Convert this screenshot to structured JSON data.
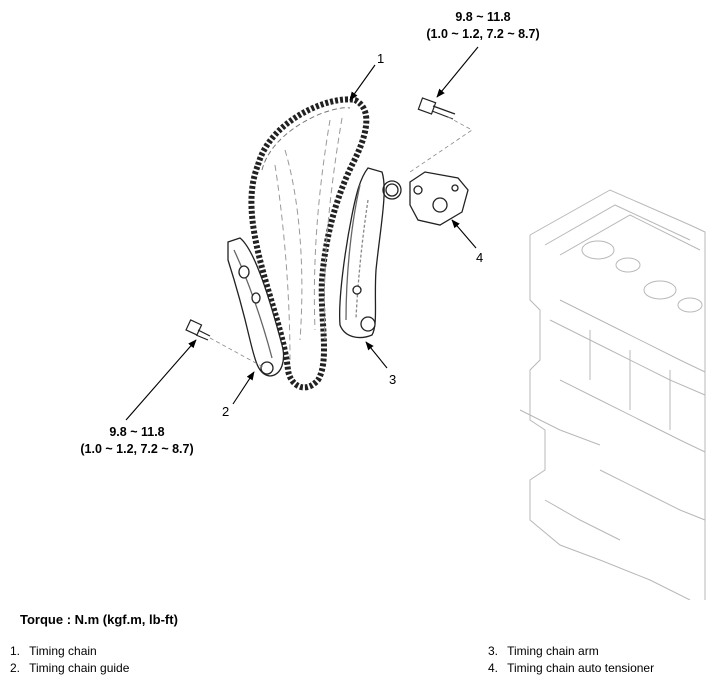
{
  "torque_top": {
    "value": "9.8 ~ 11.8",
    "alt": "(1.0 ~ 1.2, 7.2 ~ 8.7)"
  },
  "torque_left": {
    "value": "9.8 ~ 11.8",
    "alt": "(1.0 ~ 1.2, 7.2 ~ 8.7)"
  },
  "callouts": {
    "c1": "1",
    "c2": "2",
    "c3": "3",
    "c4": "4"
  },
  "torque_unit_label": "Torque : N.m (kgf.m, lb-ft)",
  "legend": [
    {
      "num": "1.",
      "label": "Timing chain"
    },
    {
      "num": "2.",
      "label": "Timing chain guide"
    },
    {
      "num": "3.",
      "label": "Timing chain arm"
    },
    {
      "num": "4.",
      "label": "Timing chain auto tensioner"
    }
  ]
}
